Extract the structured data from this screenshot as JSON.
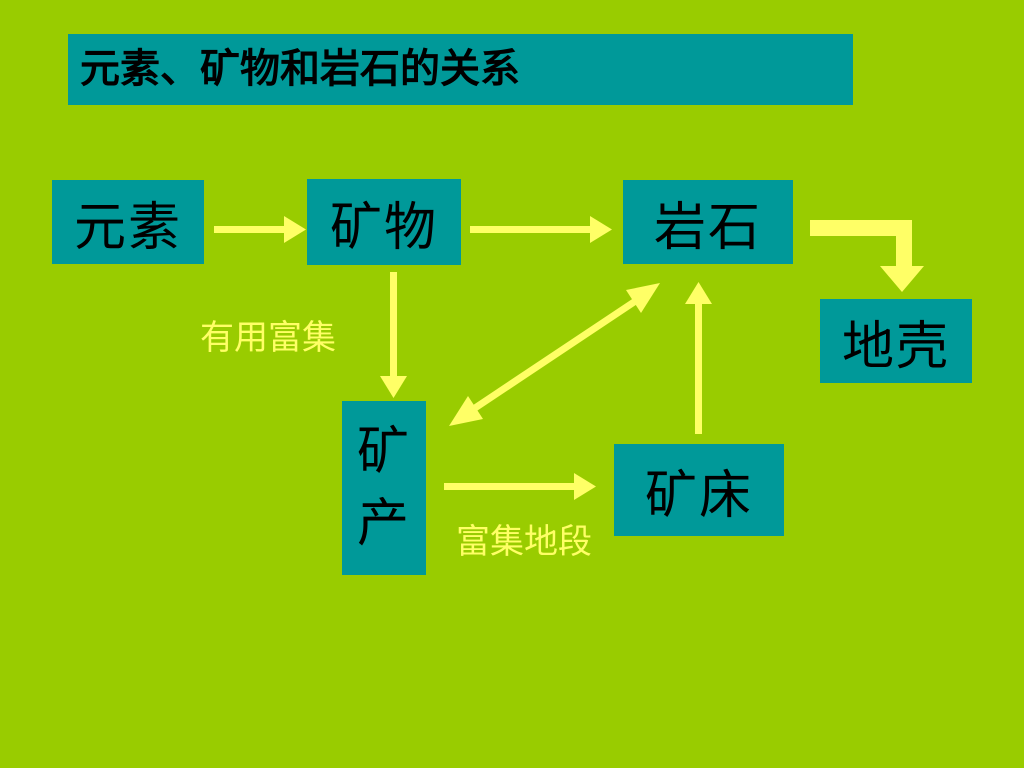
{
  "title": "元素、矿物和岩石的关系",
  "nodes": {
    "yuansu": "元素",
    "kuangwu": "矿物",
    "yanshi": "岩石",
    "diqiao": "地壳",
    "kuangchan_line1": "矿",
    "kuangchan_line2": "产",
    "kuangchuang": "矿床"
  },
  "labels": {
    "youyong_fuji": "有用富集",
    "fuji_diduan": "富集地段"
  },
  "colors": {
    "background": "#99cc00",
    "box": "#009999",
    "arrow": "#ffff66",
    "label": "#ffff66"
  }
}
